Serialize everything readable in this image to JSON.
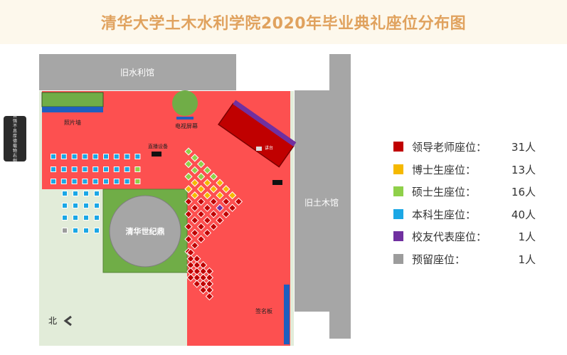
{
  "title": "清华大学土木水利学院2020年毕业典礼座位分布图",
  "side_tab": {
    "lines": [
      "自",
      "强",
      "不",
      "息",
      "厚",
      "德",
      "载",
      "物",
      "右",
      "侧"
    ]
  },
  "buildings": {
    "old_hydraulics": "旧水利馆",
    "old_civil": "旧土木馆"
  },
  "labels": {
    "photo_wall": "照片墙",
    "tv_screen": "电视屏幕",
    "broadcast": "直播设备",
    "podium": "讲台",
    "tripod": "清华世纪鼎",
    "sign_board": "签名板",
    "north": "北"
  },
  "colors": {
    "leader": "#c00000",
    "phd": "#f5b900",
    "master": "#8fd04a",
    "bachelor": "#1ba7e5",
    "alumni": "#7030a0",
    "reserved": "#9c9c9c",
    "venue": "#fd5050",
    "grass": "#e2ecd9",
    "building": "#a6a6a6"
  },
  "legend": [
    {
      "name": "领导老师座位：",
      "count": "31人",
      "color": "#c00000"
    },
    {
      "name": "博士生座位：",
      "count": "13人",
      "color": "#f5b900"
    },
    {
      "name": "硕士生座位：",
      "count": "16人",
      "color": "#8fd04a"
    },
    {
      "name": "本科生座位：",
      "count": "40人",
      "color": "#1ba7e5"
    },
    {
      "name": "校友代表座位：",
      "count": "1人",
      "color": "#7030a0"
    },
    {
      "name": "预留座位：",
      "count": "1人",
      "color": "#9c9c9c"
    }
  ]
}
